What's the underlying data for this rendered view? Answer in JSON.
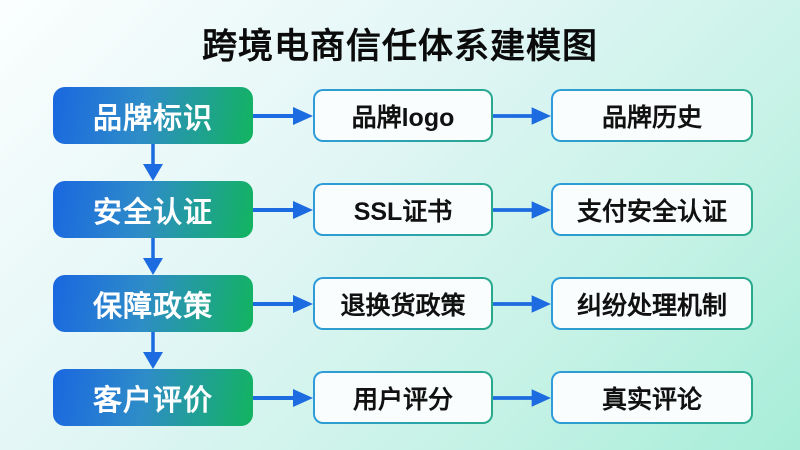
{
  "title": "跨境电商信任体系建模图",
  "colors": {
    "background_start": "#fbfefe",
    "background_end": "#a7edd8",
    "category_gradient_start": "#1a67e0",
    "category_gradient_end": "#12b45f",
    "leaf_border_start": "#2f9bdc",
    "leaf_border_end": "#28a98a",
    "leaf_fill": "#f9fdfd",
    "arrow": "#1c6be0",
    "title_color": "#0b0b0b"
  },
  "rows": [
    {
      "category": "品牌标识",
      "item1": "品牌logo",
      "item2": "品牌历史"
    },
    {
      "category": "安全认证",
      "item1": "SSL证书",
      "item2": "支付安全认证"
    },
    {
      "category": "保障政策",
      "item1": "退换货政策",
      "item2": "纠纷处理机制"
    },
    {
      "category": "客户评价",
      "item1": "用户评分",
      "item2": "真实评论"
    }
  ]
}
